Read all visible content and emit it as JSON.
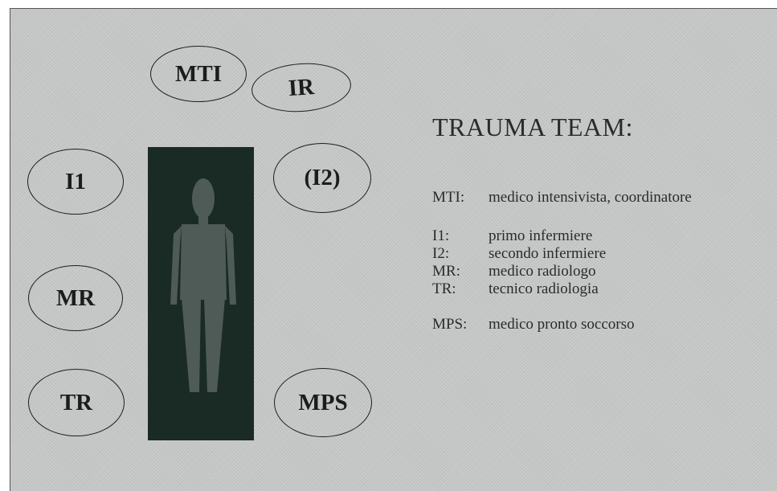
{
  "roles": {
    "mti": "MTI",
    "ir": "IR",
    "i1": "I1",
    "i2": "(I2)",
    "mr": "MR",
    "tr": "TR",
    "mps": "MPS"
  },
  "legend": {
    "title": "TRAUMA TEAM:",
    "items": [
      {
        "code": "MTI:",
        "text": "medico intensivista, coordinatore"
      },
      {
        "code": "I1:",
        "text": "primo infermiere"
      },
      {
        "code": "I2:",
        "text": "secondo infermiere"
      },
      {
        "code": "MR:",
        "text": "medico radiologo"
      },
      {
        "code": "TR:",
        "text": "tecnico radiologia"
      },
      {
        "code": "MPS:",
        "text": "medico pronto soccorso"
      }
    ]
  },
  "colors": {
    "background": "#c6c8c8",
    "table": "#1a2a25",
    "figure": "#4f5b56",
    "ink": "#1c1c1c"
  }
}
